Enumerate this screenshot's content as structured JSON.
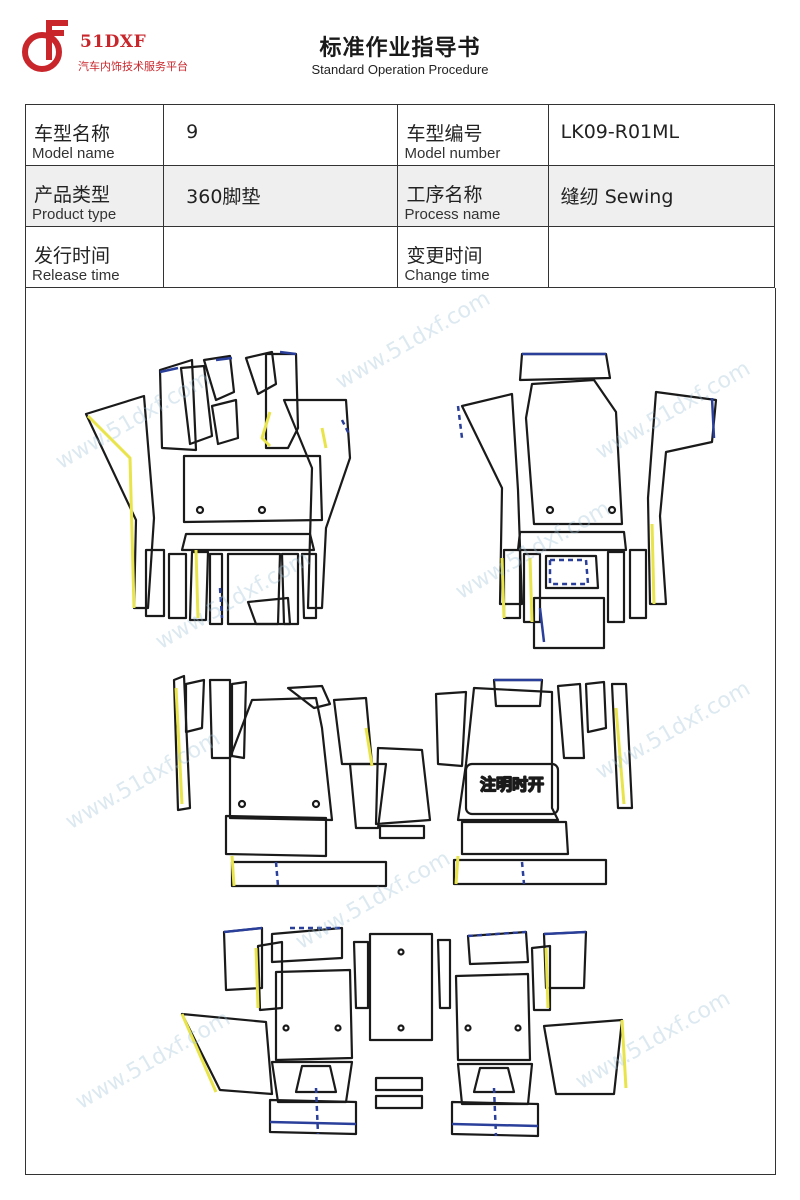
{
  "header": {
    "logo_name": "51DXF",
    "logo_tagline": "汽车内饰技术服务平台",
    "title": "标准作业指导书",
    "subtitle": "Standard Operation Procedure"
  },
  "info": {
    "model_name": {
      "zh": "车型名称",
      "en": "Model name",
      "value": "9"
    },
    "model_number": {
      "zh": "车型编号",
      "en": "Model number",
      "value": "LK09-R01ML"
    },
    "product_type": {
      "zh": "产品类型",
      "en": "Product type",
      "value": "360脚垫"
    },
    "process_name": {
      "zh": "工序名称",
      "en": "Process name",
      "value": "缝纫 Sewing"
    },
    "release_time": {
      "zh": "发行时间",
      "en": "Release time",
      "value": ""
    },
    "change_time": {
      "zh": "变更时间",
      "en": "Change time",
      "value": ""
    }
  },
  "drawing": {
    "note_label": "注明时开"
  },
  "watermark": {
    "text": "www.51dxf.com"
  },
  "colors": {
    "brand_red": "#c8262b",
    "outline_black": "#1a1a1a",
    "edge_yellow": "#e8e44a",
    "edge_blue": "#2a3f9a",
    "row_shade": "#efefef"
  }
}
